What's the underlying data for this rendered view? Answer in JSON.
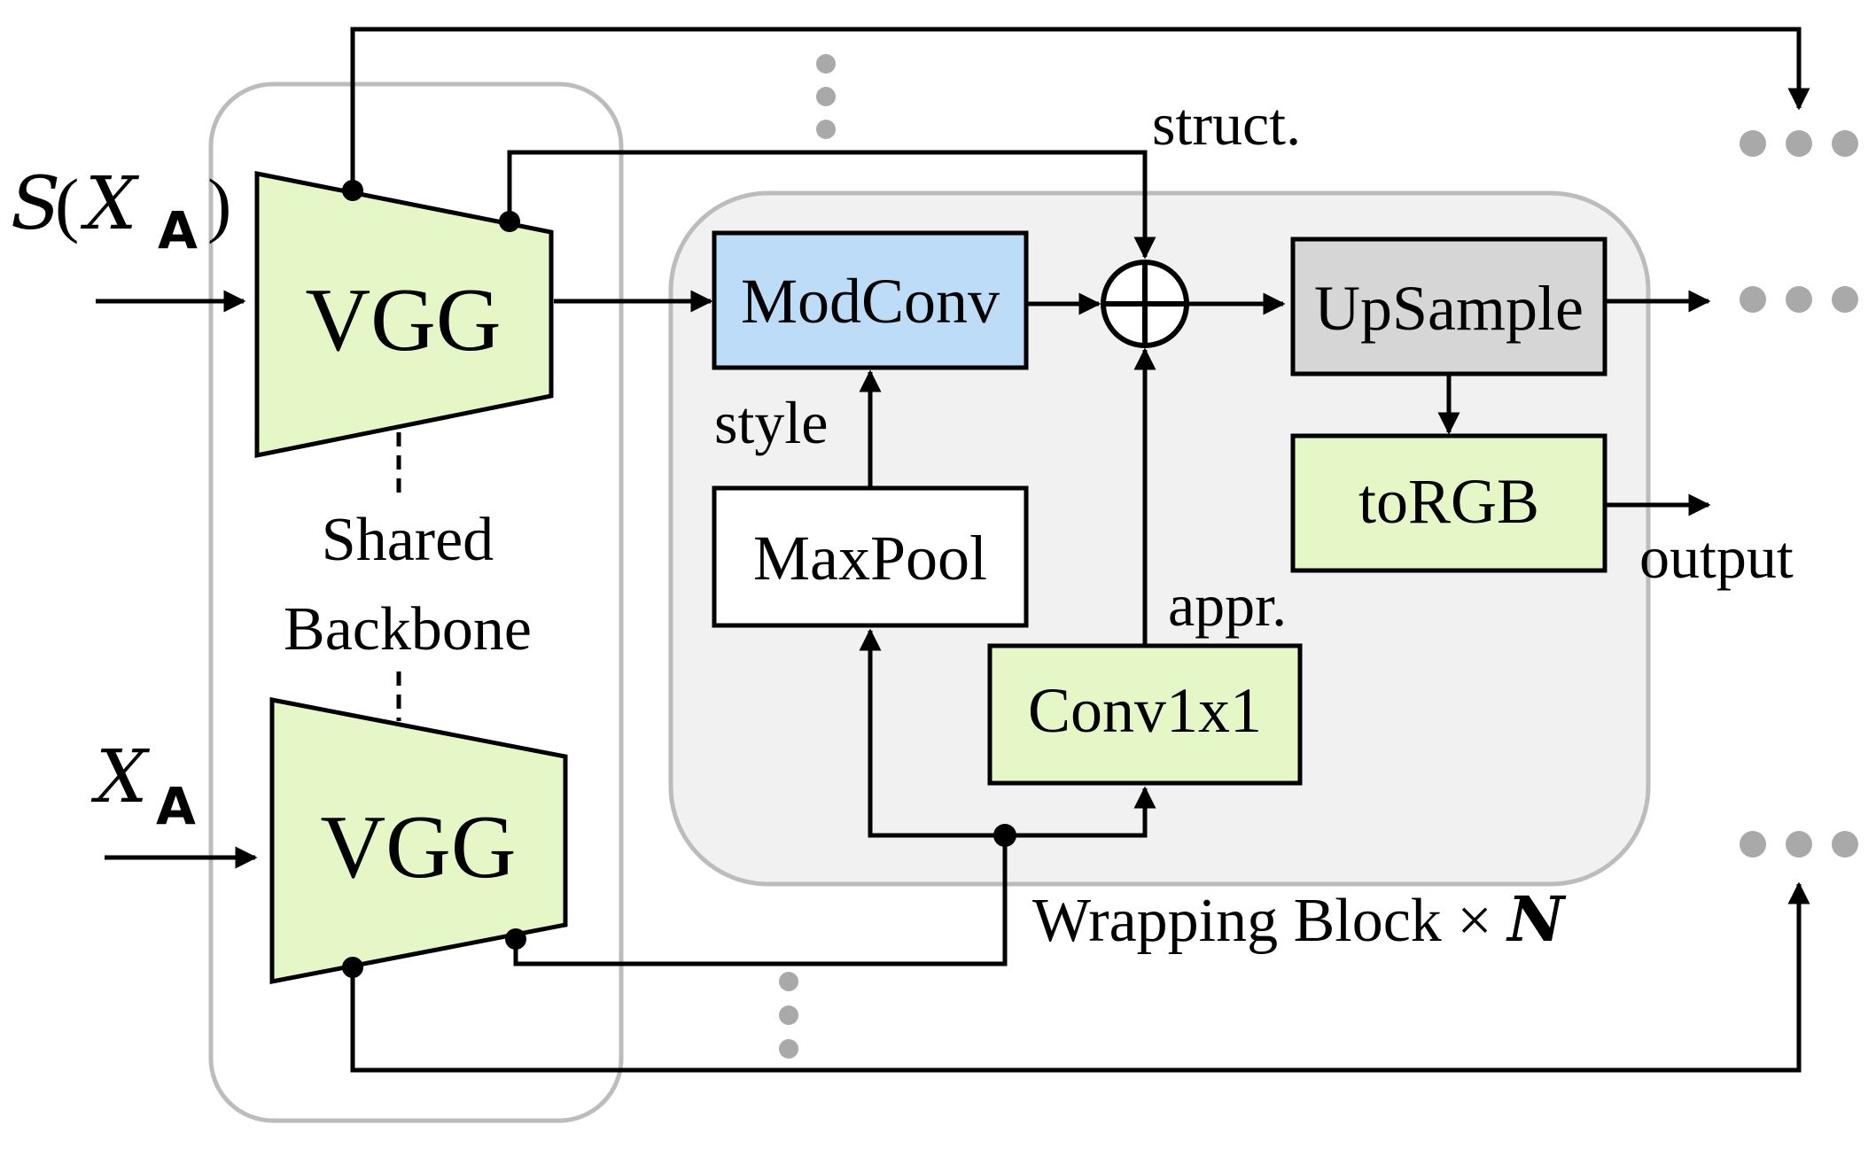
{
  "inputs": {
    "top": {
      "func": "S",
      "var": "X",
      "sub": "A"
    },
    "bottom": {
      "var": "X",
      "sub": "A"
    }
  },
  "backbone": {
    "encoder_top_label": "VGG",
    "encoder_bottom_label": "VGG",
    "shared_line1": "Shared",
    "shared_line2": "Backbone"
  },
  "block": {
    "modconv": "ModConv",
    "maxpool": "MaxPool",
    "conv1x1": "Conv1x1",
    "upsample": "UpSample",
    "torgb": "toRGB",
    "style_label": "style",
    "struct_label": "struct.",
    "appr_label": "appr.",
    "output_label": "output",
    "caption_text": "Wrapping Block × ",
    "caption_n": "N"
  },
  "colors": {
    "green": "#e6f7c7",
    "blue": "#bcdcf8",
    "gray_box": "#d6d6d6",
    "panel": "#f1f1f1",
    "outline_gray": "#bcbcbc",
    "dots": "#a9a9a9"
  }
}
